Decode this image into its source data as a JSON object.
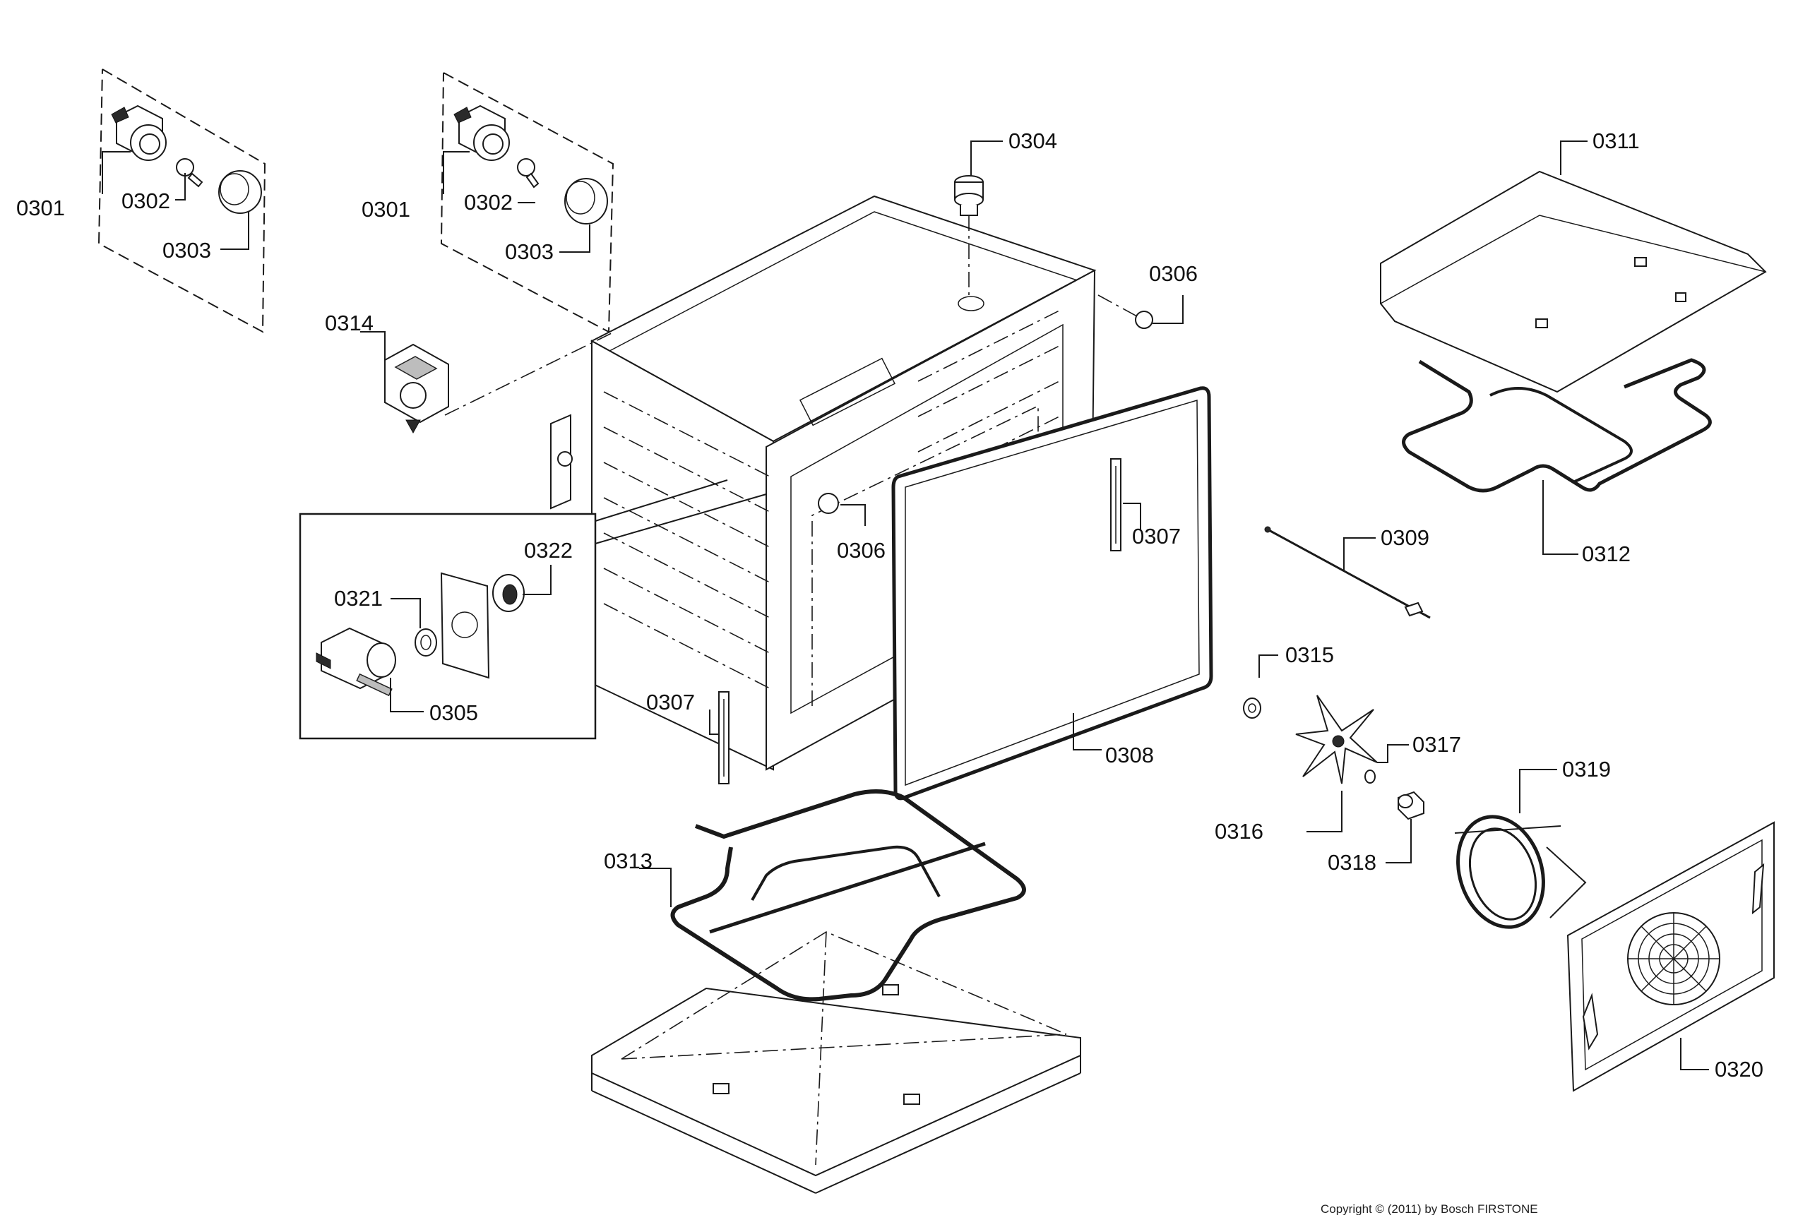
{
  "parts": {
    "p0301a": "0301",
    "p0302a": "0302",
    "p0303a": "0303",
    "p0301b": "0301",
    "p0302b": "0302",
    "p0303b": "0303",
    "p0304": "0304",
    "p0305": "0305",
    "p0306a": "0306",
    "p0306b": "0306",
    "p0307a": "0307",
    "p0307b": "0307",
    "p0308": "0308",
    "p0309": "0309",
    "p0311": "0311",
    "p0312": "0312",
    "p0313": "0313",
    "p0314": "0314",
    "p0315": "0315",
    "p0316": "0316",
    "p0317": "0317",
    "p0318": "0318",
    "p0319": "0319",
    "p0320": "0320",
    "p0321": "0321",
    "p0322": "0322"
  },
  "copyright": "Copyright © (2011) by Bosch FIRSTONE",
  "colors": {
    "line": "#1a1a1a",
    "background": "#ffffff"
  }
}
